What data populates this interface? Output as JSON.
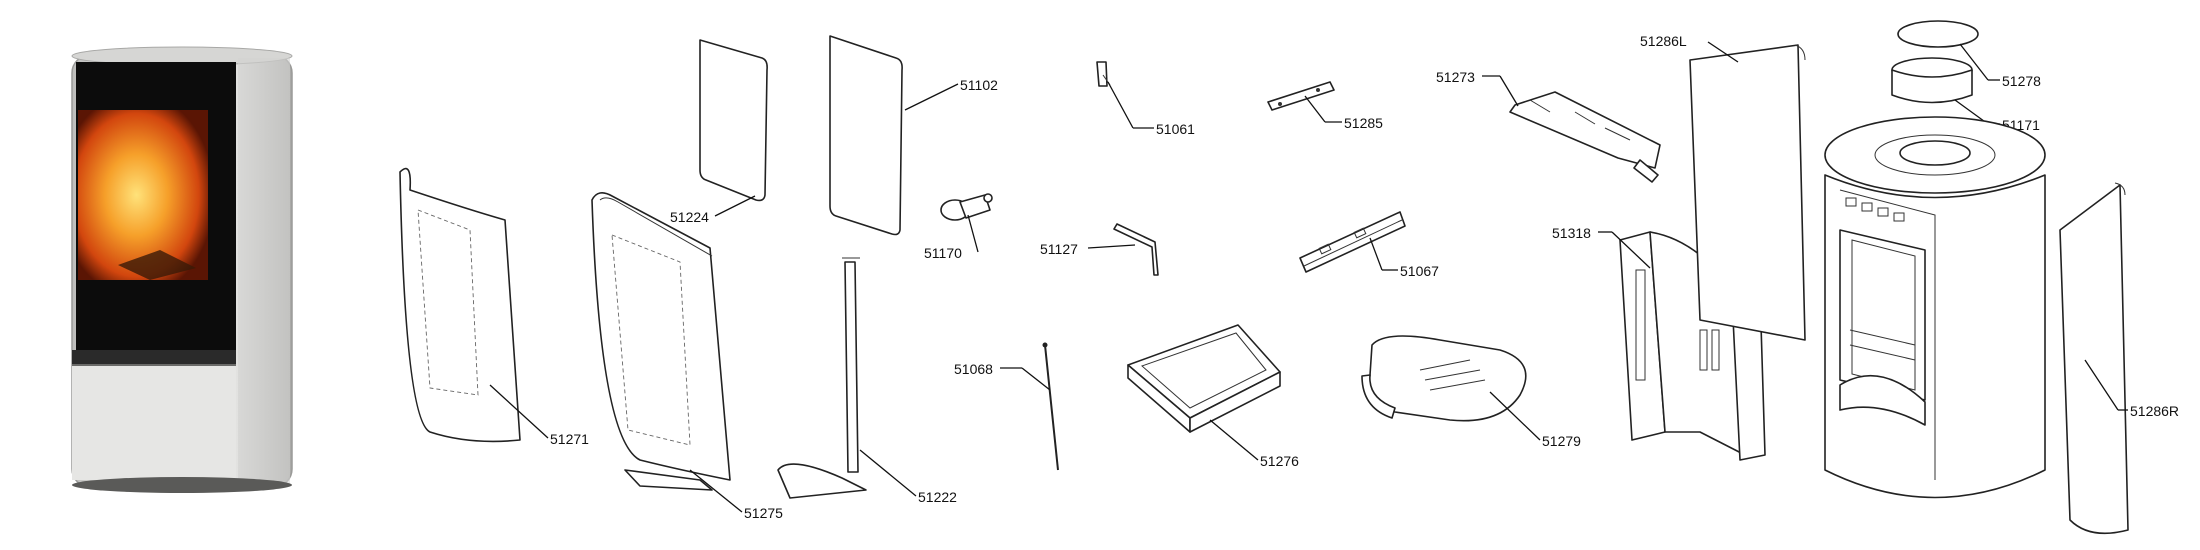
{
  "labels": {
    "p51271": "51271",
    "p51275": "51275",
    "p51224": "51224",
    "p51102": "51102",
    "p51170": "51170",
    "p51222": "51222",
    "p51061": "51061",
    "p51127": "51127",
    "p51068": "51068",
    "p51285": "51285",
    "p51067": "51067",
    "p51276": "51276",
    "p51273": "51273",
    "p51279": "51279",
    "p51318": "51318",
    "p51286L": "51286L",
    "p51278": "51278",
    "p51171": "51171",
    "p51286R": "51286R"
  },
  "colors": {
    "stove_body": "#e4e4e2",
    "stove_glass": "#0c0c0c",
    "fire": "#f47a1c",
    "line": "#111111"
  }
}
